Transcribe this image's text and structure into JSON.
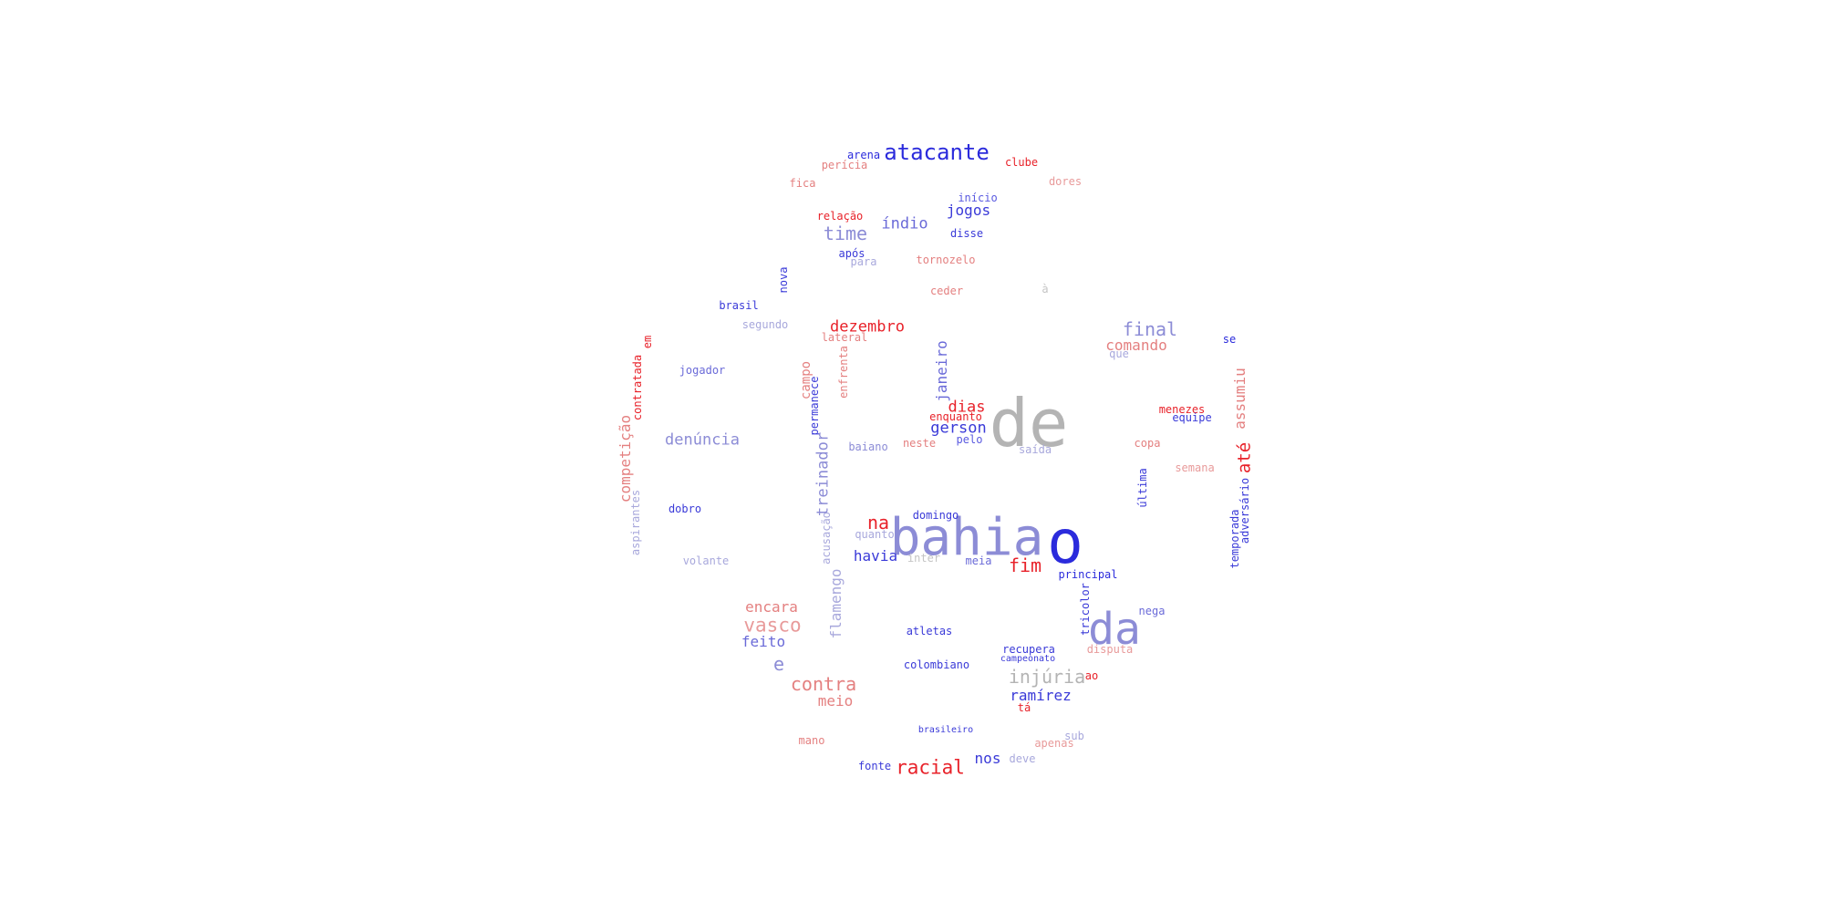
{
  "colors": {
    "gray": "#b4b4b4",
    "blue": "#2b2bdc",
    "periwinkle": "#8c8cd6",
    "light_periwinkle": "#a8a8dc",
    "red": "#e8222a",
    "salmon": "#e48080",
    "pink": "#e89a9a",
    "light_gray": "#c4c4c4"
  },
  "words": [
    {
      "text": "de",
      "size": 72,
      "color": "#b4b4b4",
      "vertical": false
    },
    {
      "text": "o",
      "size": 66,
      "color": "#2b2bdc",
      "vertical": false
    },
    {
      "text": "bahia",
      "size": 56,
      "color": "#8c8cd6",
      "vertical": false
    },
    {
      "text": "da",
      "size": 48,
      "color": "#8c8cd6",
      "vertical": false
    },
    {
      "text": "atacante",
      "size": 24,
      "color": "#2b2bdc",
      "vertical": false
    },
    {
      "text": "arena",
      "size": 12,
      "color": "#2b2bdc",
      "vertical": false
    },
    {
      "text": "perícia",
      "size": 12,
      "color": "#e48080",
      "vertical": false
    },
    {
      "text": "clube",
      "size": 12,
      "color": "#e8222a",
      "vertical": false
    },
    {
      "text": "fica",
      "size": 12,
      "color": "#e48080",
      "vertical": false
    },
    {
      "text": "dores",
      "size": 12,
      "color": "#e89a9a",
      "vertical": false
    },
    {
      "text": "início",
      "size": 12,
      "color": "#5a5ae0",
      "vertical": false
    },
    {
      "text": "jogos",
      "size": 16,
      "color": "#3a3ad8",
      "vertical": false
    },
    {
      "text": "relação",
      "size": 12,
      "color": "#e8222a",
      "vertical": false
    },
    {
      "text": "índio",
      "size": 17,
      "color": "#6a6ad8",
      "vertical": false
    },
    {
      "text": "time",
      "size": 20,
      "color": "#8c8cd6",
      "vertical": false
    },
    {
      "text": "disse",
      "size": 12,
      "color": "#3a3ad8",
      "vertical": false
    },
    {
      "text": "após",
      "size": 12,
      "color": "#3a3ad8",
      "vertical": false
    },
    {
      "text": "para",
      "size": 12,
      "color": "#a8a8dc",
      "vertical": false
    },
    {
      "text": "tornozelo",
      "size": 12,
      "color": "#e48080",
      "vertical": false
    },
    {
      "text": "nova",
      "size": 12,
      "color": "#3a3ad8",
      "vertical": true
    },
    {
      "text": "ceder",
      "size": 12,
      "color": "#e48080",
      "vertical": false
    },
    {
      "text": "à",
      "size": 12,
      "color": "#c4c4c4",
      "vertical": false
    },
    {
      "text": "brasil",
      "size": 12,
      "color": "#3a3ad8",
      "vertical": false
    },
    {
      "text": "segundo",
      "size": 12,
      "color": "#a8a8dc",
      "vertical": false
    },
    {
      "text": "dezembro",
      "size": 17,
      "color": "#e8222a",
      "vertical": false
    },
    {
      "text": "lateral",
      "size": 12,
      "color": "#e48080",
      "vertical": false
    },
    {
      "text": "final",
      "size": 20,
      "color": "#8c8cd6",
      "vertical": false
    },
    {
      "text": "comando",
      "size": 16,
      "color": "#e48080",
      "vertical": false
    },
    {
      "text": "que",
      "size": 12,
      "color": "#a8a8dc",
      "vertical": false
    },
    {
      "text": "se",
      "size": 12,
      "color": "#2b2bdc",
      "vertical": false
    },
    {
      "text": "em",
      "size": 12,
      "color": "#e8222a",
      "vertical": true
    },
    {
      "text": "jogador",
      "size": 12,
      "color": "#6a6ad8",
      "vertical": false
    },
    {
      "text": "contratada",
      "size": 12,
      "color": "#e8222a",
      "vertical": true
    },
    {
      "text": "campo",
      "size": 14,
      "color": "#e48080",
      "vertical": true
    },
    {
      "text": "enfrenta",
      "size": 12,
      "color": "#e48080",
      "vertical": true
    },
    {
      "text": "janeiro",
      "size": 16,
      "color": "#6a6ad8",
      "vertical": true
    },
    {
      "text": "assumiu",
      "size": 16,
      "color": "#e48080",
      "vertical": true
    },
    {
      "text": "permanece",
      "size": 12,
      "color": "#3a3ad8",
      "vertical": true
    },
    {
      "text": "dias",
      "size": 17,
      "color": "#e8222a",
      "vertical": false
    },
    {
      "text": "menezes",
      "size": 12,
      "color": "#e8222a",
      "vertical": false
    },
    {
      "text": "enquanto",
      "size": 12,
      "color": "#e8222a",
      "vertical": false
    },
    {
      "text": "equipe",
      "size": 12,
      "color": "#3a3ad8",
      "vertical": false
    },
    {
      "text": "gerson",
      "size": 17,
      "color": "#3a3ad8",
      "vertical": false
    },
    {
      "text": "competição",
      "size": 16,
      "color": "#e48080",
      "vertical": true
    },
    {
      "text": "denúncia",
      "size": 17,
      "color": "#8c8cd6",
      "vertical": false
    },
    {
      "text": "baiano",
      "size": 12,
      "color": "#8c8cd6",
      "vertical": false
    },
    {
      "text": "neste",
      "size": 12,
      "color": "#e48080",
      "vertical": false
    },
    {
      "text": "pelo",
      "size": 12,
      "color": "#5a5ae0",
      "vertical": false
    },
    {
      "text": "saída",
      "size": 12,
      "color": "#a8a8dc",
      "vertical": false
    },
    {
      "text": "copa",
      "size": 12,
      "color": "#e48080",
      "vertical": false
    },
    {
      "text": "treinador",
      "size": 17,
      "color": "#8c8cd6",
      "vertical": true
    },
    {
      "text": "até",
      "size": 19,
      "color": "#e8222a",
      "vertical": true
    },
    {
      "text": "semana",
      "size": 12,
      "color": "#e89a9a",
      "vertical": false
    },
    {
      "text": "última",
      "size": 12,
      "color": "#3a3ad8",
      "vertical": true
    },
    {
      "text": "aspirantes",
      "size": 12,
      "color": "#a8a8dc",
      "vertical": true
    },
    {
      "text": "dobro",
      "size": 12,
      "color": "#3a3ad8",
      "vertical": false
    },
    {
      "text": "na",
      "size": 20,
      "color": "#e8222a",
      "vertical": false
    },
    {
      "text": "domingo",
      "size": 12,
      "color": "#3a3ad8",
      "vertical": false
    },
    {
      "text": "acusação",
      "size": 12,
      "color": "#a8a8dc",
      "vertical": true
    },
    {
      "text": "quanto",
      "size": 12,
      "color": "#a8a8dc",
      "vertical": false
    },
    {
      "text": "adversário",
      "size": 12,
      "color": "#3a3ad8",
      "vertical": true
    },
    {
      "text": "temporada",
      "size": 12,
      "color": "#3a3ad8",
      "vertical": true
    },
    {
      "text": "volante",
      "size": 12,
      "color": "#a8a8dc",
      "vertical": false
    },
    {
      "text": "havia",
      "size": 16,
      "color": "#3a3ad8",
      "vertical": false
    },
    {
      "text": "inter",
      "size": 12,
      "color": "#c4c4c4",
      "vertical": false
    },
    {
      "text": "meia",
      "size": 12,
      "color": "#6a6ad8",
      "vertical": false
    },
    {
      "text": "fim",
      "size": 20,
      "color": "#e8222a",
      "vertical": false
    },
    {
      "text": "principal",
      "size": 12,
      "color": "#2b2bdc",
      "vertical": false
    },
    {
      "text": "flamengo",
      "size": 16,
      "color": "#a8a8dc",
      "vertical": true
    },
    {
      "text": "tricolor",
      "size": 12,
      "color": "#3a3ad8",
      "vertical": true
    },
    {
      "text": "encara",
      "size": 16,
      "color": "#e48080",
      "vertical": false
    },
    {
      "text": "nega",
      "size": 12,
      "color": "#6a6ad8",
      "vertical": false
    },
    {
      "text": "vasco",
      "size": 21,
      "color": "#e89a9a",
      "vertical": false
    },
    {
      "text": "feito",
      "size": 16,
      "color": "#6a6ad8",
      "vertical": false
    },
    {
      "text": "atletas",
      "size": 12,
      "color": "#3a3ad8",
      "vertical": false
    },
    {
      "text": "disputa",
      "size": 12,
      "color": "#e89a9a",
      "vertical": false
    },
    {
      "text": "recupera",
      "size": 12,
      "color": "#3a3ad8",
      "vertical": false
    },
    {
      "text": "campeonato",
      "size": 10,
      "color": "#3a3ad8",
      "vertical": false
    },
    {
      "text": "e",
      "size": 20,
      "color": "#8c8cd6",
      "vertical": false
    },
    {
      "text": "colombiano",
      "size": 12,
      "color": "#3a3ad8",
      "vertical": false
    },
    {
      "text": "injúria",
      "size": 20,
      "color": "#b4b4b4",
      "vertical": false
    },
    {
      "text": "ao",
      "size": 12,
      "color": "#e8222a",
      "vertical": false
    },
    {
      "text": "contra",
      "size": 20,
      "color": "#e48080",
      "vertical": false
    },
    {
      "text": "ramírez",
      "size": 16,
      "color": "#3a3ad8",
      "vertical": false
    },
    {
      "text": "meio",
      "size": 16,
      "color": "#e48080",
      "vertical": false
    },
    {
      "text": "tá",
      "size": 12,
      "color": "#e8222a",
      "vertical": false
    },
    {
      "text": "brasileiro",
      "size": 10,
      "color": "#3a3ad8",
      "vertical": false
    },
    {
      "text": "sub",
      "size": 12,
      "color": "#a8a8dc",
      "vertical": false
    },
    {
      "text": "mano",
      "size": 12,
      "color": "#e48080",
      "vertical": false
    },
    {
      "text": "apenas",
      "size": 12,
      "color": "#e89a9a",
      "vertical": false
    },
    {
      "text": "nos",
      "size": 16,
      "color": "#3a3ad8",
      "vertical": false
    },
    {
      "text": "deve",
      "size": 12,
      "color": "#a8a8dc",
      "vertical": false
    },
    {
      "text": "fonte",
      "size": 12,
      "color": "#3a3ad8",
      "vertical": false
    },
    {
      "text": "racial",
      "size": 21,
      "color": "#e8222a",
      "vertical": false
    }
  ]
}
